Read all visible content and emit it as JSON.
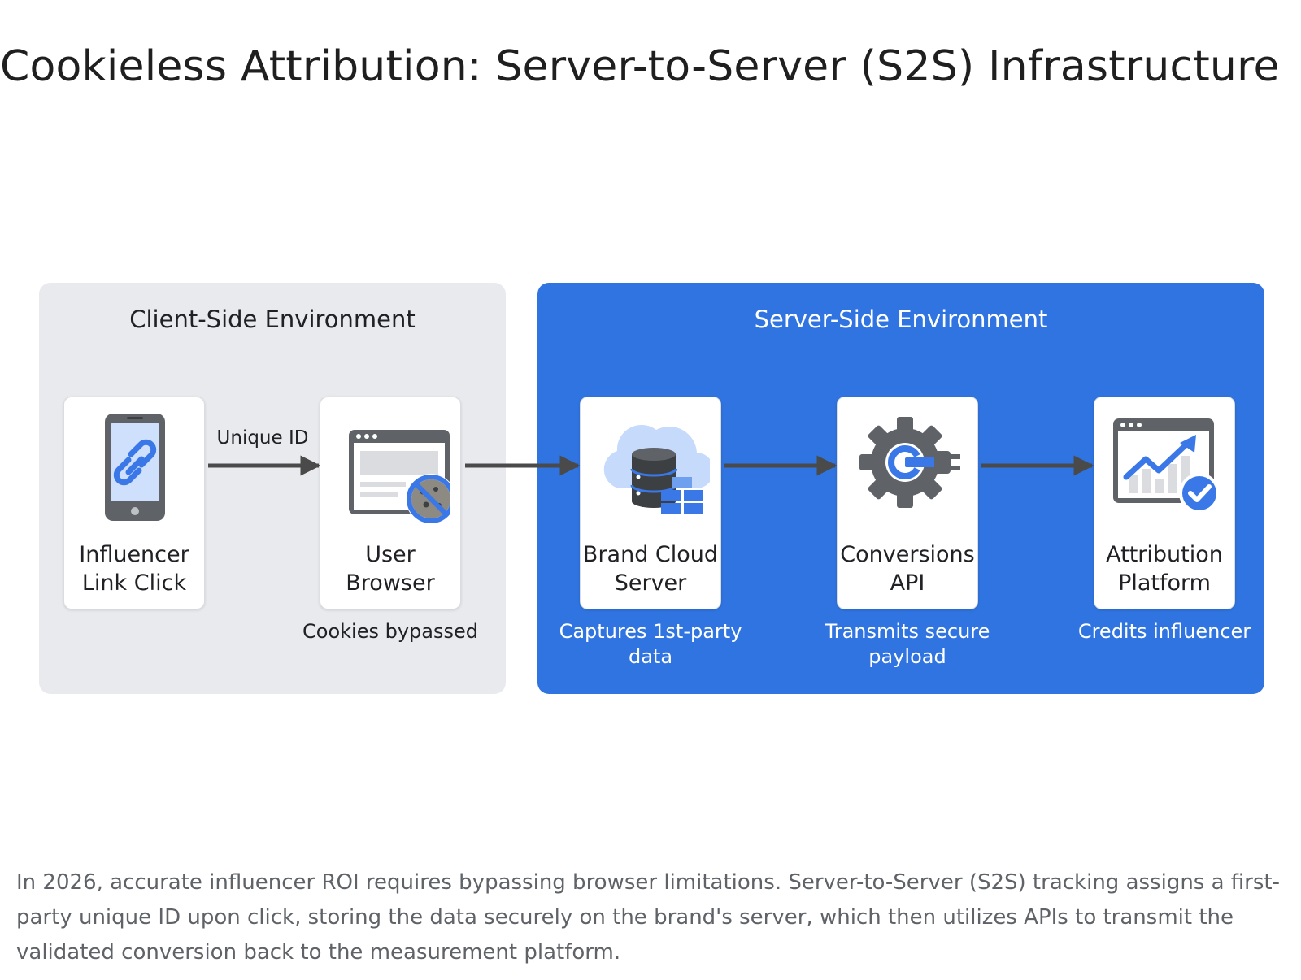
{
  "title": "Cookieless Attribution: Server-to-Server (S2S) Infrastructure",
  "panels": {
    "client": {
      "title": "Client-Side Environment"
    },
    "server": {
      "title": "Server-Side Environment"
    }
  },
  "nodes": [
    {
      "label": "Influencer Link Click",
      "icon": "smartphone-link-icon",
      "caption": ""
    },
    {
      "label": "User Browser",
      "icon": "browser-no-cookies-icon",
      "caption": "Cookies bypassed"
    },
    {
      "label": "Brand Cloud Server",
      "icon": "cloud-database-icon",
      "caption": "Captures 1st-party data"
    },
    {
      "label": "Conversions API",
      "icon": "gear-plug-icon",
      "caption": "Transmits secure payload"
    },
    {
      "label": "Attribution Platform",
      "icon": "analytics-dashboard-check-icon",
      "caption": "Credits influencer"
    }
  ],
  "connectors": [
    {
      "from": "Influencer Link Click",
      "to": "User Browser",
      "label": "Unique ID"
    },
    {
      "from": "User Browser",
      "to": "Brand Cloud Server",
      "label": ""
    },
    {
      "from": "Brand Cloud Server",
      "to": "Conversions API",
      "label": ""
    },
    {
      "from": "Conversions API",
      "to": "Attribution Platform",
      "label": ""
    }
  ],
  "description": "In 2026, accurate influencer ROI requires bypassing browser limitations. Server-to-Server (S2S) tracking assigns a first-party unique ID upon click, storing the data securely on the brand's server, which then utilizes APIs to transmit the validated conversion back to the measurement platform.",
  "colors": {
    "server_panel": "#2f74e0",
    "client_panel": "#e8eaed",
    "accent_blue": "#3b78e7",
    "icon_gray": "#5f6368",
    "arrow": "#4a4a4a"
  }
}
